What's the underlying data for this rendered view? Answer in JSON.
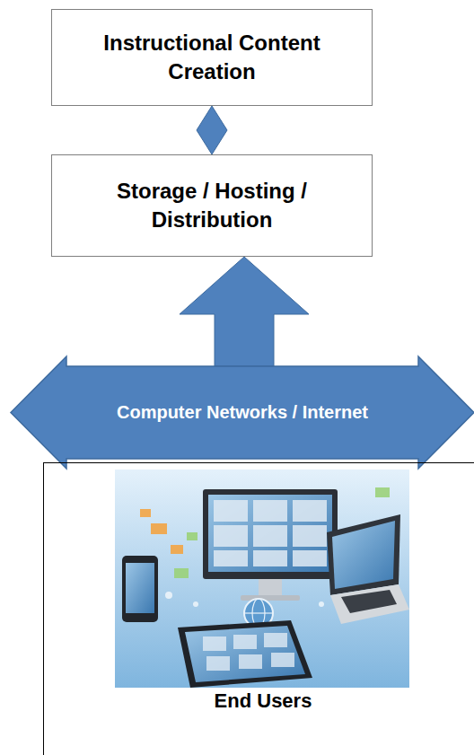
{
  "diagram": {
    "nodes": [
      {
        "text": [
          "Instructional Content Creation"
        ]
      },
      {
        "text": [
          "Storage / Hosting / Distribution"
        ]
      },
      {
        "text": [
          "Computer Networks / Internet"
        ]
      },
      {
        "text": [
          "End Users"
        ]
      }
    ],
    "edges": [
      {
        "from": 0,
        "to": 1,
        "arrow": "both"
      },
      {
        "from": 2,
        "to": 1,
        "arrow": "to"
      }
    ]
  }
}
